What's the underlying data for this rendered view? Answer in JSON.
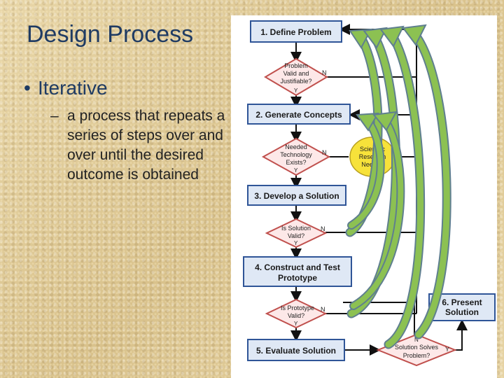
{
  "slide": {
    "title": "Design Process",
    "bullet": "Iterative",
    "sub_bullet": "a process that repeats a series of steps over and over until the desired outcome is obtained"
  },
  "flowchart": {
    "steps": {
      "define": "1. Define Problem",
      "generate": "2. Generate Concepts",
      "develop": "3. Develop a Solution",
      "construct_line1": "4. Construct and Test",
      "construct_line2": "Prototype",
      "evaluate": "5. Evaluate Solution",
      "present_line1": "6.  Present",
      "present_line2": "Solution"
    },
    "decisions": {
      "d1": [
        "Problem",
        "Valid and",
        "Justifiable?"
      ],
      "d2": [
        "Needed",
        "Technology",
        "Exists?"
      ],
      "d3": [
        "Is Solution",
        "Valid?"
      ],
      "d4": [
        "Is Prototype",
        "Valid?"
      ],
      "d5": [
        "Solution Solves",
        "Problem?"
      ]
    },
    "research": [
      "Scientific",
      "Research",
      "Needed"
    ],
    "labels": {
      "yes": "Y",
      "no": "N"
    }
  },
  "colors": {
    "title": "#1f3b63",
    "box_fill": "#dfe8f5",
    "box_stroke": "#2f5597",
    "diamond_fill": "#fde8e8",
    "diamond_stroke": "#c0504d",
    "research_fill": "#f7e23a",
    "arrow_green": "#8cc152",
    "arrow_outline": "#5f7f8f"
  }
}
